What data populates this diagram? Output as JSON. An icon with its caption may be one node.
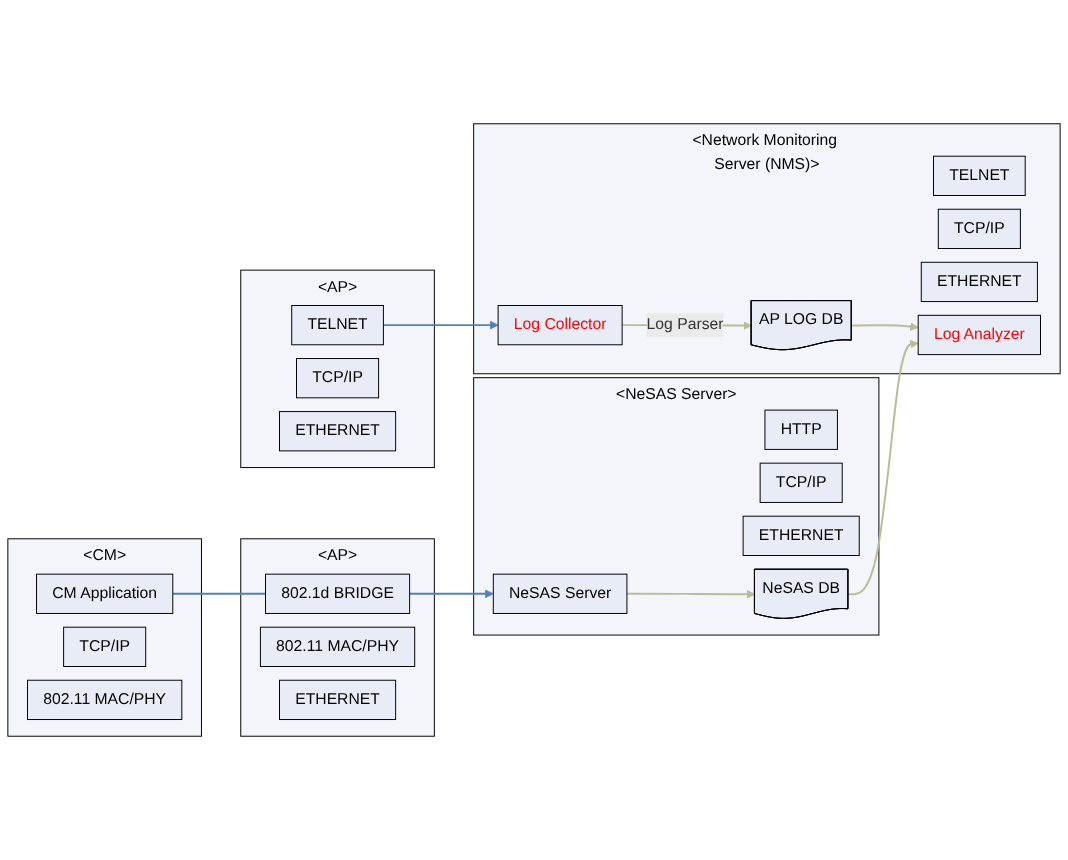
{
  "diagram": {
    "nodes": [
      {
        "text": [
          "<Network Monitoring Server (NMS)>"
        ]
      },
      {
        "text": [
          "Log Collector"
        ],
        "in": 0
      },
      {
        "text": [
          "TELNET"
        ],
        "in": 0
      },
      {
        "text": [
          "TCP/IP"
        ],
        "in": 0
      },
      {
        "text": [
          "ETHERNET"
        ],
        "in": 0
      },
      {
        "text": [
          "Log Analyzer"
        ],
        "in": 0
      },
      {
        "text": [
          "AP LOG DB"
        ],
        "in": 0
      },
      {
        "text": [
          "<AP>"
        ]
      },
      {
        "text": [
          "TELNET"
        ],
        "in": 7
      },
      {
        "text": [
          "TCP/IP"
        ],
        "in": 7
      },
      {
        "text": [
          "ETHERNET"
        ],
        "in": 7
      },
      {
        "text": [
          "<NeSAS Server>"
        ]
      },
      {
        "text": [
          "NeSAS Server"
        ],
        "in": 11
      },
      {
        "text": [
          "HTTP"
        ],
        "in": 11
      },
      {
        "text": [
          "TCP/IP"
        ],
        "in": 11
      },
      {
        "text": [
          "ETHERNET"
        ],
        "in": 11
      },
      {
        "text": [
          "NeSAS DB"
        ],
        "in": 11
      },
      {
        "text": [
          "<CM>"
        ]
      },
      {
        "text": [
          "CM Application"
        ],
        "in": 17
      },
      {
        "text": [
          "TCP/IP"
        ],
        "in": 17
      },
      {
        "text": [
          "802.11 MAC/PHY"
        ],
        "in": 17
      },
      {
        "text": [
          "<AP>"
        ]
      },
      {
        "text": [
          "802.1d BRIDGE"
        ],
        "in": 21
      },
      {
        "text": [
          "802.11 MAC/PHY"
        ],
        "in": 21
      },
      {
        "text": [
          "ETHERNET"
        ],
        "in": 21
      }
    ],
    "edges": [
      {
        "from": 8,
        "to": 1,
        "arrow": "to",
        "color": "#4f81bd"
      },
      {
        "from": 1,
        "to": 6,
        "arrow": "to",
        "label": "Log Parser",
        "color": "#b9bd96"
      },
      {
        "from": 6,
        "to": 5,
        "arrow": "to",
        "color": "#b9bd96"
      },
      {
        "from": 16,
        "to": 5,
        "arrow": "to",
        "color": "#b9bd96"
      },
      {
        "from": 12,
        "to": 16,
        "arrow": "to",
        "color": "#b9bd96"
      },
      {
        "from": 18,
        "to": 22,
        "arrow": "none",
        "color": "#4f81bd"
      },
      {
        "from": 22,
        "to": 12,
        "arrow": "to",
        "color": "#4f81bd"
      }
    ]
  }
}
